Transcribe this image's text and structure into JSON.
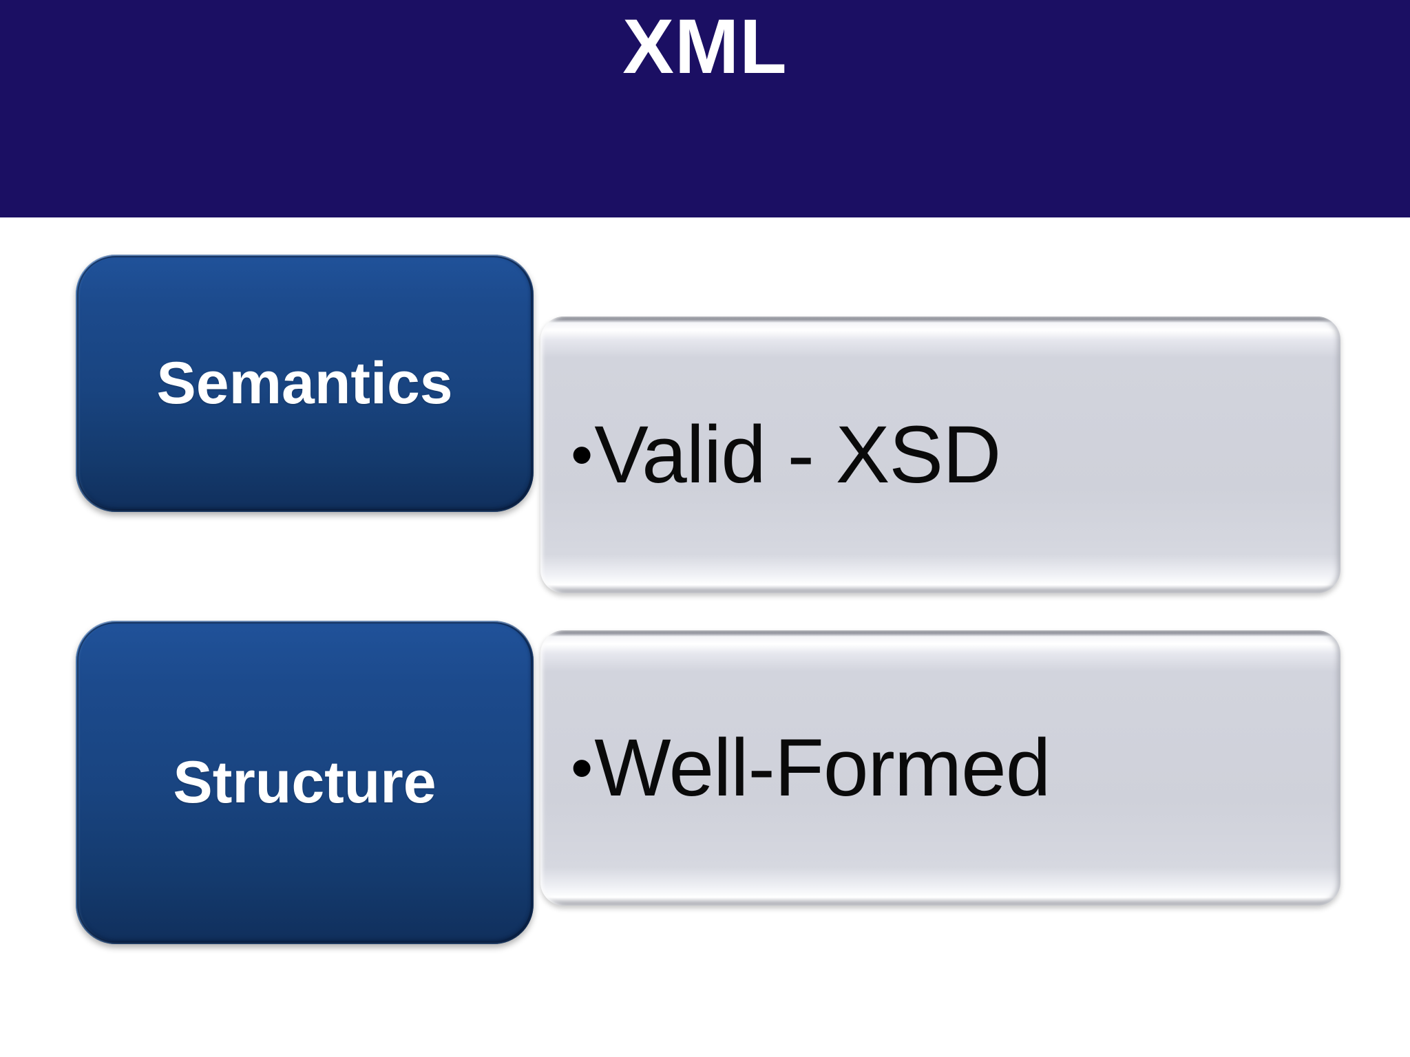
{
  "slide": {
    "title": "XML",
    "title_color": "#1b0f63",
    "title_text_color": "#ffffff",
    "background_color": "#ffffff"
  },
  "accent_colors": {
    "label_box_blue": "#194480",
    "content_box_gray": "#d0d2db",
    "banner_navy": "#1b0f63",
    "text_black": "#000000",
    "text_white": "#ffffff"
  },
  "rows": [
    {
      "label": "Semantics",
      "bullet_glyph": "•",
      "content": "Valid - XSD"
    },
    {
      "label": "Structure",
      "bullet_glyph": "•",
      "content": "Well-Formed"
    }
  ]
}
